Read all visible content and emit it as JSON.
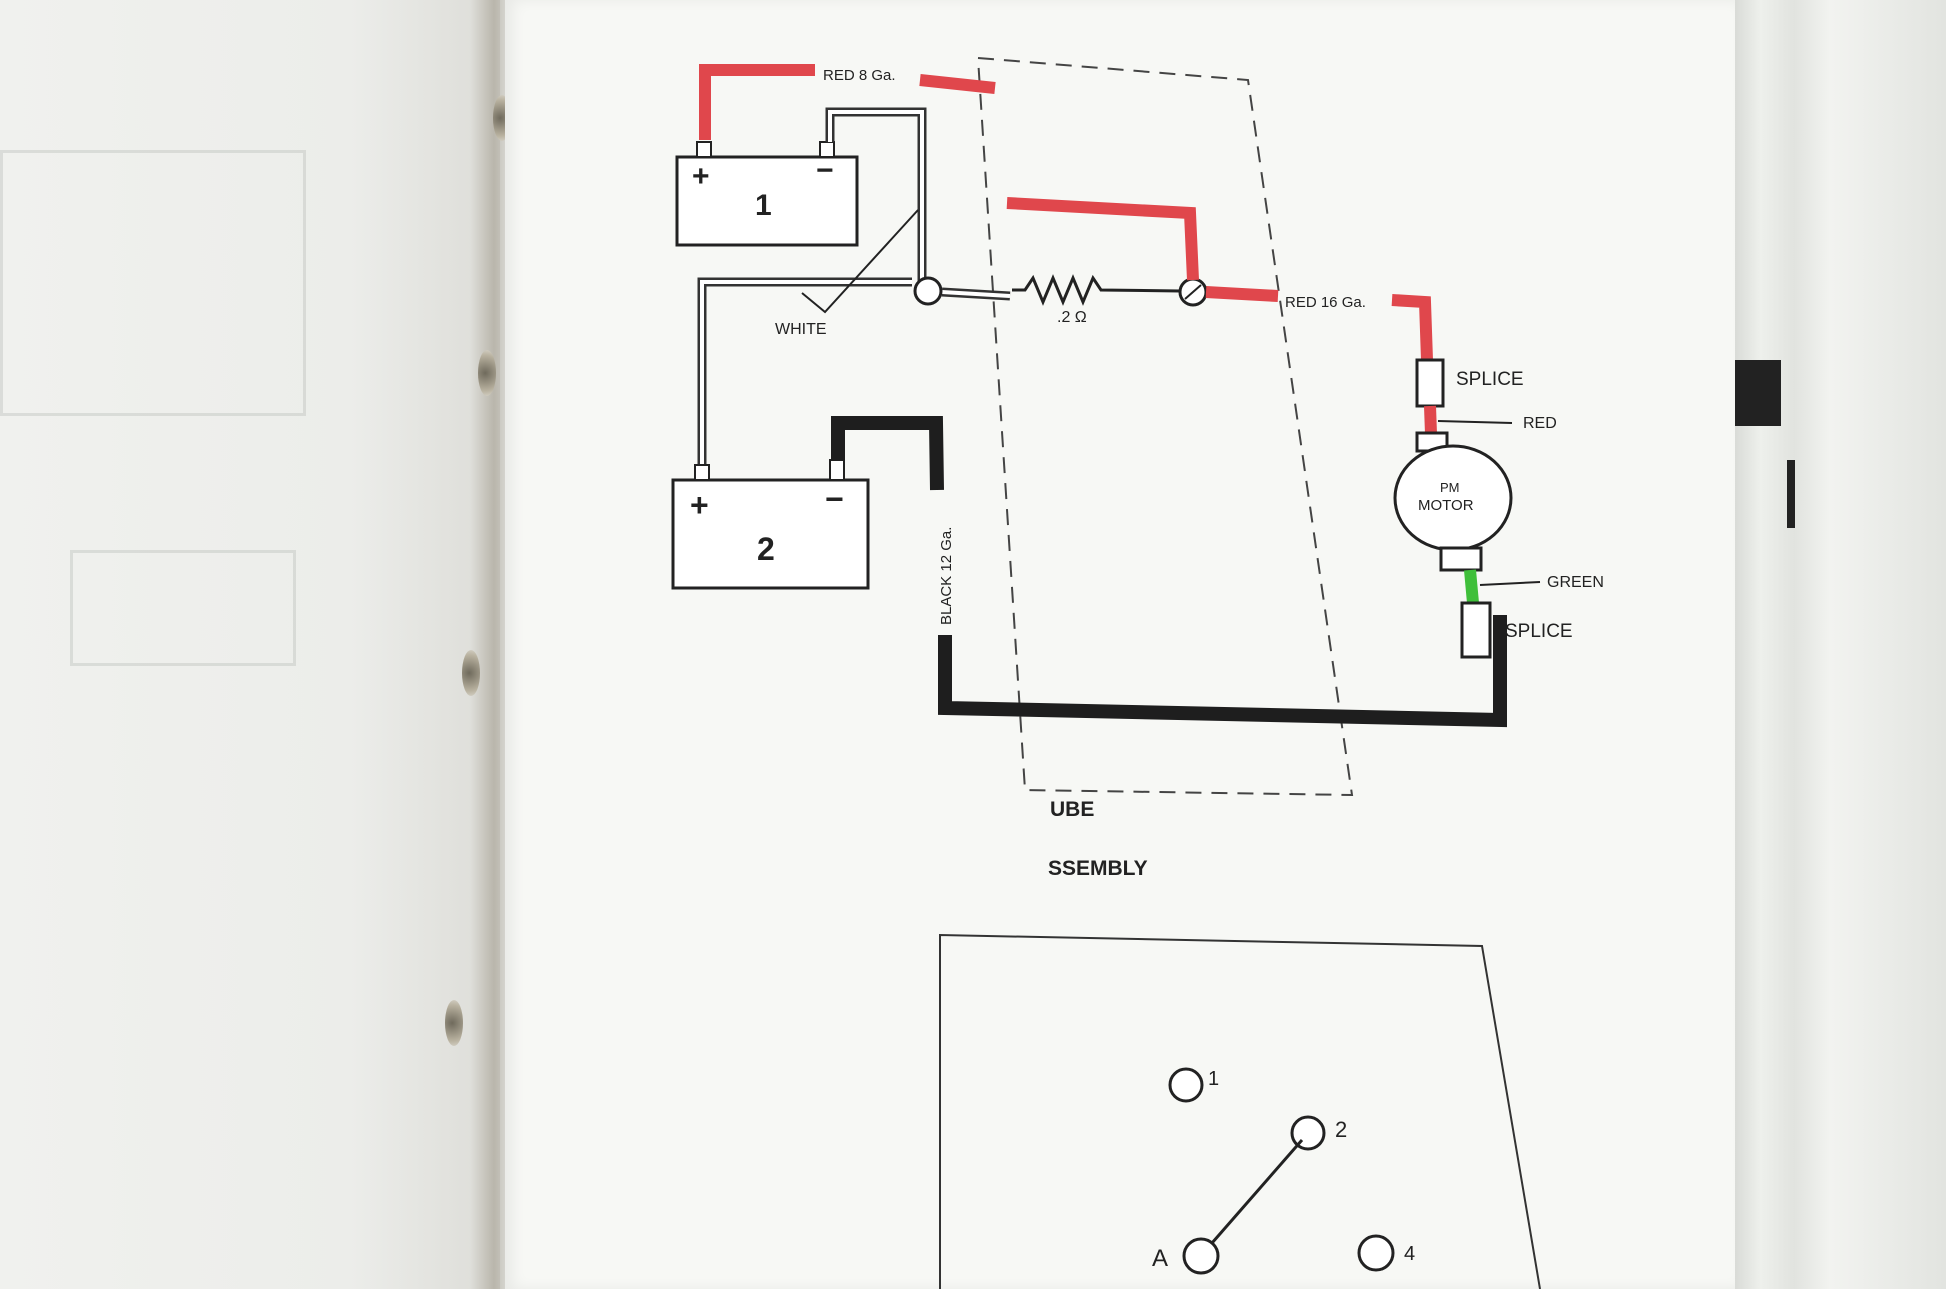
{
  "diagram": {
    "wires": {
      "red_8ga": "RED 8 Ga.",
      "red_16ga": "RED 16 Ga.",
      "black_12ga": "BLACK 12 Ga.",
      "white": "WHITE",
      "red_motor": "RED",
      "green_motor": "GREEN"
    },
    "batteries": [
      {
        "number": "1",
        "plus": "+",
        "minus": "−"
      },
      {
        "number": "2",
        "plus": "+",
        "minus": "−"
      }
    ],
    "resistor_value": ".2 Ω",
    "splice_top": "SPLICE",
    "splice_bottom": "SPLICE",
    "motor": {
      "line1": "PM",
      "line2": "MOTOR"
    },
    "caption_line1": "UBE",
    "caption_line2": "SSEMBLY",
    "switch_terminals": {
      "t1": "1",
      "t2": "2",
      "tA": "A",
      "t4": "4"
    }
  },
  "colors": {
    "red_wire": "#e0474c",
    "black_wire": "#1e1e1e",
    "green_wire": "#3fbf3a",
    "white_wire": "#ffffff",
    "line": "#333333",
    "paper": "#f7f8f5"
  }
}
